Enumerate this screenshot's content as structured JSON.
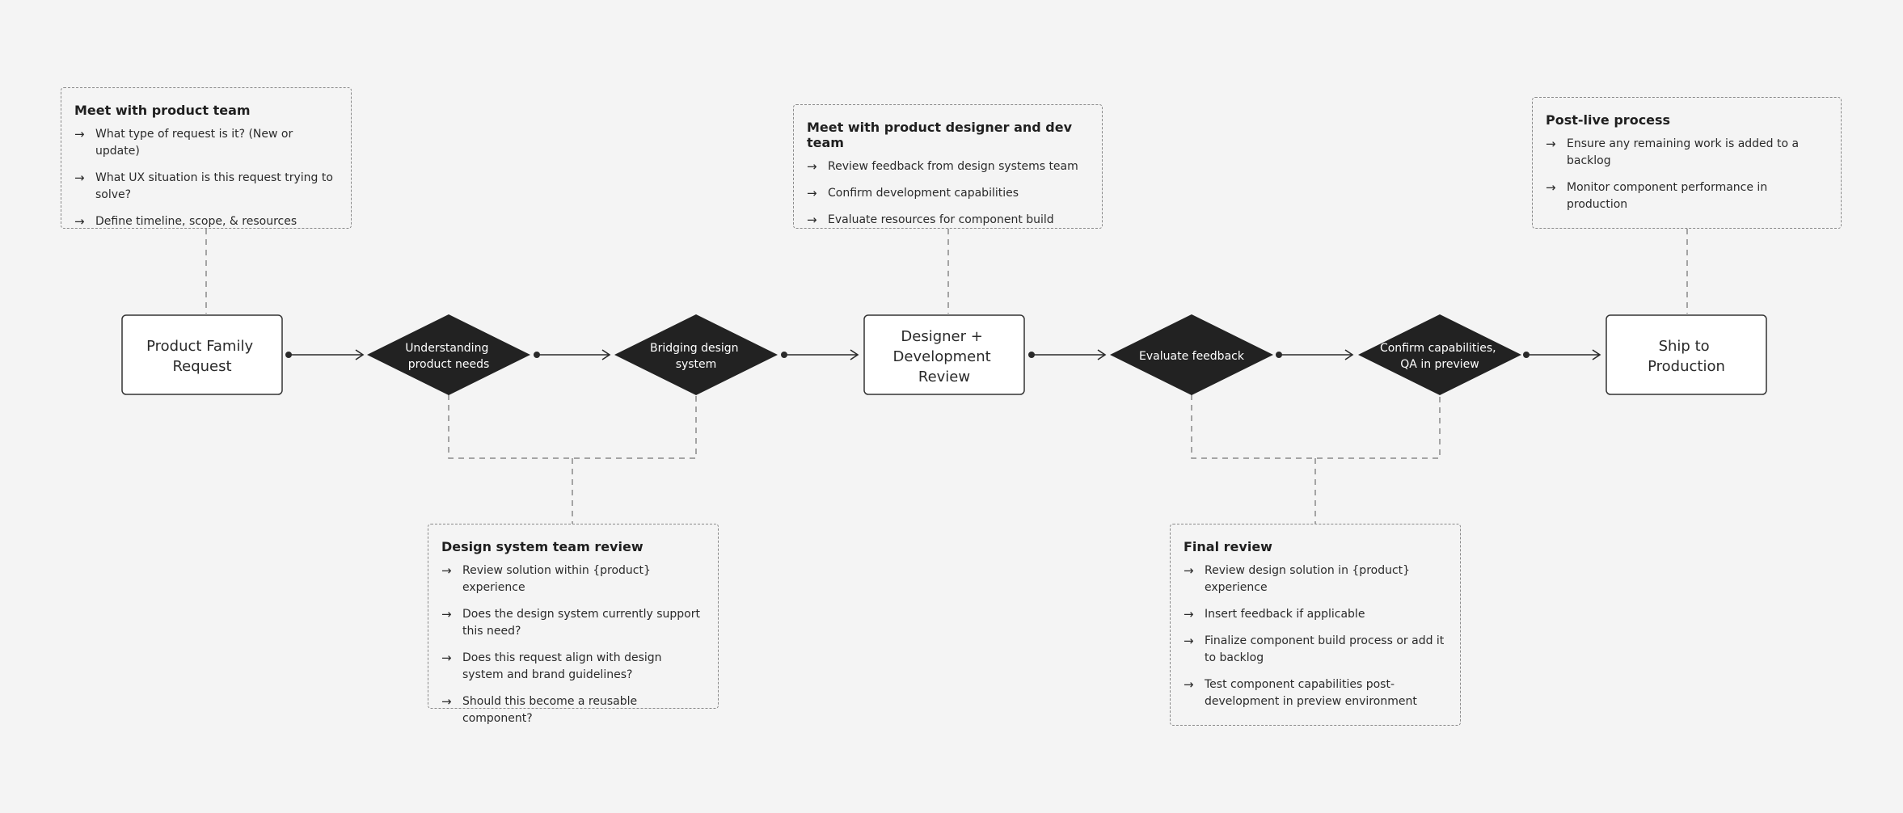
{
  "flow": {
    "nodes": [
      {
        "id": "n1",
        "type": "box",
        "label": [
          "Product Family",
          "Request"
        ]
      },
      {
        "id": "n2",
        "type": "diamond",
        "label": [
          "Understanding",
          "product needs"
        ]
      },
      {
        "id": "n3",
        "type": "diamond",
        "label": [
          "Bridging design",
          "system"
        ]
      },
      {
        "id": "n4",
        "type": "box",
        "label": [
          "Designer +",
          "Development",
          "Review"
        ]
      },
      {
        "id": "n5",
        "type": "diamond",
        "label": [
          "Evaluate feedback"
        ]
      },
      {
        "id": "n6",
        "type": "diamond",
        "label": [
          "Confirm capabilities,",
          "QA in preview"
        ]
      },
      {
        "id": "n7",
        "type": "box",
        "label": [
          "Ship to",
          "Production"
        ]
      }
    ]
  },
  "notes": {
    "product_team": {
      "title": "Meet with product team",
      "items": [
        "What type of request is it? (New or update)",
        "What UX situation is this request trying to solve?",
        "Define timeline, scope, & resources"
      ]
    },
    "designer_dev": {
      "title": "Meet with product designer and dev team",
      "items": [
        "Review feedback from design systems team",
        "Confirm development capabilities",
        "Evaluate resources for component build"
      ]
    },
    "post_live": {
      "title": "Post-live process",
      "items": [
        "Ensure any remaining work is added to a backlog",
        "Monitor component performance in production"
      ]
    },
    "ds_review": {
      "title": "Design system team review",
      "items": [
        "Review solution within {product} experience",
        "Does the design system currently support this need?",
        "Does this request align with design system and brand guidelines?",
        "Should this become a reusable component?"
      ]
    },
    "final_review": {
      "title": "Final review",
      "items": [
        "Review design solution in {product} experience",
        "Insert feedback if applicable",
        "Finalize component build process or add it to backlog",
        "Test component capabilities post-development in preview environment"
      ]
    }
  },
  "colors": {
    "background": "#f4f4f4",
    "diamond_fill": "#222222",
    "box_stroke": "#333333",
    "dashed": "#8a8a8a"
  },
  "icons": {
    "list_bullet": "→",
    "list_bullet_name": "arrow-right-icon"
  }
}
